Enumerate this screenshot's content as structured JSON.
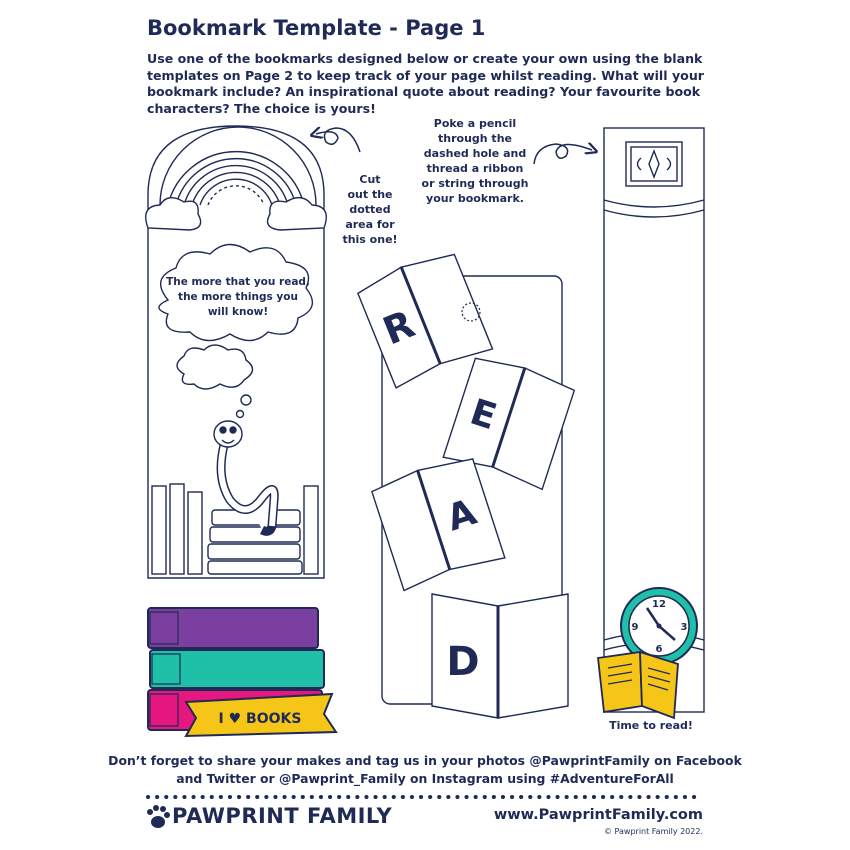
{
  "title": "Bookmark Template - Page 1",
  "intro": "Use one of the bookmarks designed below or create your own using the blank templates on Page 2 to keep track of your page whilst reading. What will your bookmark include? An inspirational quote about reading? Your favourite book characters? The choice is yours!",
  "bookmark1": {
    "cut_note": [
      "Cut",
      "out the",
      "dotted",
      "area for",
      "this one!"
    ],
    "quote": [
      "The more that you read,",
      "the more things you",
      "will know!"
    ]
  },
  "bookmark2": {
    "poke_note": [
      "Poke a pencil",
      "through the",
      "dashed hole and",
      "thread a ribbon",
      "or string through",
      "your bookmark."
    ],
    "letters": [
      "R",
      "E",
      "A",
      "D"
    ]
  },
  "decor": {
    "books_banner": "I ♥ BOOKS",
    "clock_numbers": [
      "12",
      "3",
      "6",
      "9"
    ],
    "time_note": "Time to read!"
  },
  "footer": {
    "share": "Don’t forget to share your makes and tag us in your photos @PawprintFamily on Facebook and Twitter or @Pawprint_Family on Instagram using #AdventureForAll",
    "brand": "PAWPRINT FAMILY",
    "website": "www.PawprintFamily.com",
    "copyright": "© Pawprint Family 2022."
  },
  "colors": {
    "navy": "#1f2a56",
    "purple": "#7b3fa0",
    "teal": "#1fbfa8",
    "pink": "#e6177e",
    "yellow": "#f5c518"
  },
  "icons": [
    "curly-arrow-icon",
    "paw-icon",
    "clock-icon",
    "heart-icon"
  ]
}
